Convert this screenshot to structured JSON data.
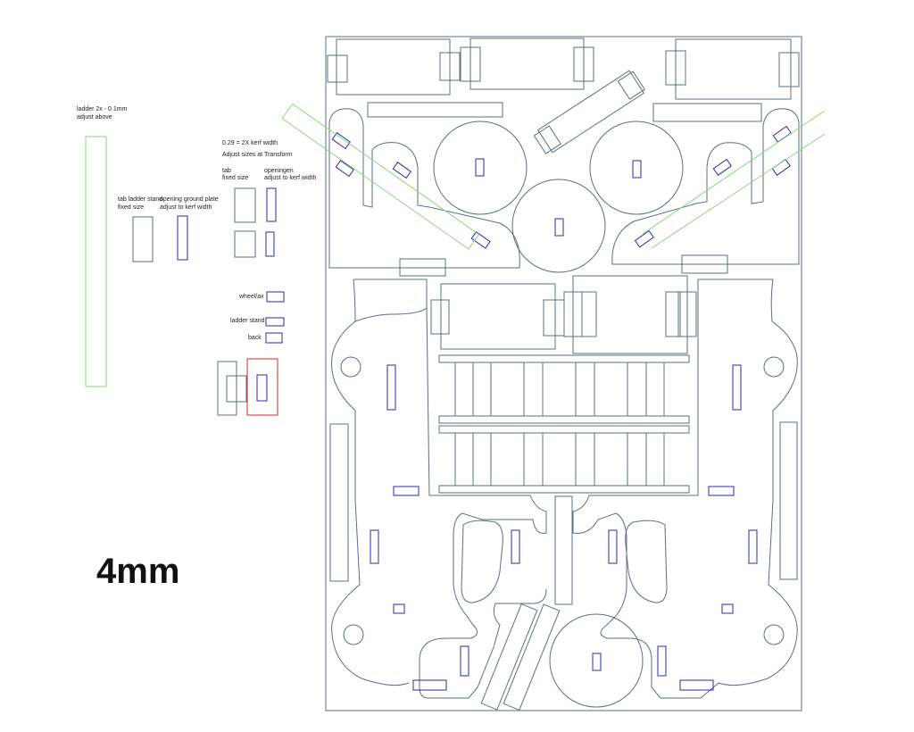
{
  "colors": {
    "cut": "#5b6f80",
    "engrave": "#2a2ab0",
    "guide": "#8fd37f",
    "mark": "#d42a2a"
  },
  "notes": {
    "ladder_line1": "ladder 2x - 0.1mm",
    "ladder_line2": "adjust above",
    "kerf_line1": "0.29 = 2X kerf width",
    "kerf_line2": "Adjust sizes at Transform",
    "tab_line1": "tab",
    "tab_line2": "fixed size",
    "openingen_line1": "openingen",
    "openingen_line2": "adjust to kerf width",
    "tabladder_line1": "tab ladder stand",
    "tabladder_line2": "fixed size",
    "opening_line1": "opening ground plate",
    "opening_line2": "adjust to kerf width",
    "wheel": "wheel/ax",
    "ladder_stand": "ladder stand",
    "back": "back"
  },
  "thickness_label": "4mm"
}
